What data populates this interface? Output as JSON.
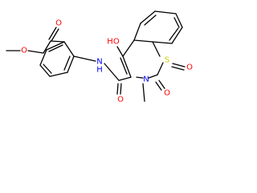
{
  "molecule": {
    "colors": {
      "bond": "#000000",
      "carbon": "#000000",
      "oxygen": "#ff0000",
      "nitrogen": "#0000ff",
      "sulfur": "#cccc00"
    },
    "atom_labels": {
      "ester_carbonyl_o": "O",
      "ester_ether_o": "O",
      "amide_nh": "N",
      "amide_h": "H",
      "amide_carbonyl_o": "O",
      "hydroxyl": "HO",
      "ring_s": "S",
      "ring_n": "N",
      "sulfonyl_o1": "O",
      "sulfonyl_o2": "O"
    }
  }
}
